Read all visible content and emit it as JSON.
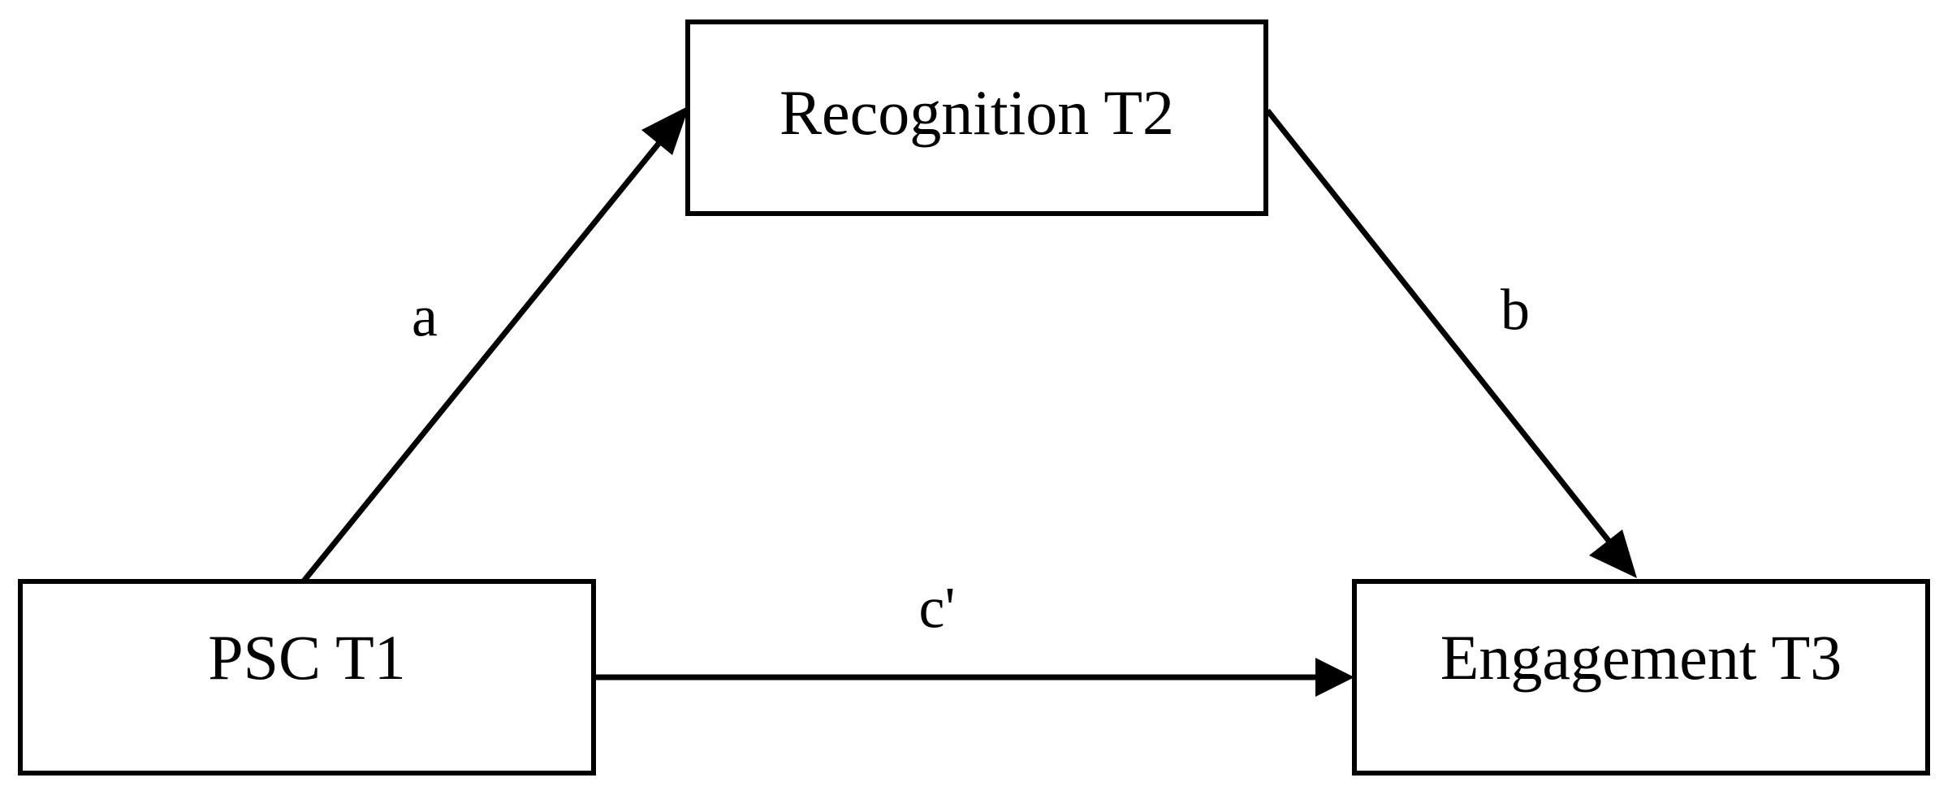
{
  "nodes": {
    "mediator": {
      "label": "Recognition T2"
    },
    "predictor": {
      "label": "PSC T1"
    },
    "outcome": {
      "label": "Engagement T3"
    }
  },
  "paths": {
    "a": {
      "label": "a"
    },
    "b": {
      "label": "b"
    },
    "c_prime": {
      "label": "c'"
    }
  },
  "colors": {
    "stroke": "#000000",
    "background": "#ffffff"
  }
}
